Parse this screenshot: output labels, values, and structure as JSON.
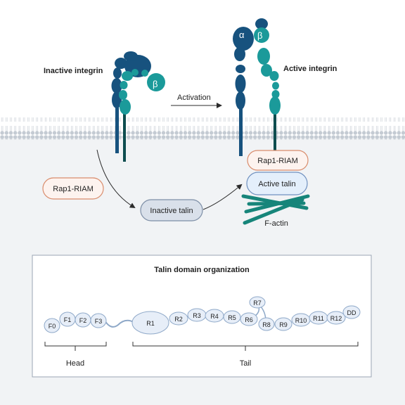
{
  "labels": {
    "inactive_integrin": "Inactive integrin",
    "active_integrin": "Active integrin",
    "activation": "Activation",
    "alpha": "α",
    "beta": "β",
    "rap1_riam_left": "Rap1-RIAM",
    "rap1_riam_right": "Rap1-RIAM",
    "inactive_talin": "Inactive talin",
    "active_talin": "Active talin",
    "f_actin": "F-actin"
  },
  "domain_box": {
    "title": "Talin domain organization",
    "head_domains": [
      "F0",
      "F1",
      "F2",
      "F3"
    ],
    "tail_domains": [
      "R1",
      "R2",
      "R3",
      "R4",
      "R5",
      "R6",
      "R7",
      "R8",
      "R9",
      "R10",
      "R11",
      "R12",
      "DD"
    ],
    "head_label": "Head",
    "tail_label": "Tail"
  },
  "colors": {
    "alpha_subunit": "#17527e",
    "beta_subunit": "#1b9a9a",
    "beta_stalk": "#0e4d4f",
    "f_actin": "#17857a",
    "rap1_border": "#d98c6c",
    "rap1_fill": "#fdf3ef",
    "active_talin_fill": "#e4effb",
    "inactive_talin_fill": "#d9e0ea",
    "domain_fill": "#e7eef8",
    "domain_stroke": "#8ea8c8"
  }
}
